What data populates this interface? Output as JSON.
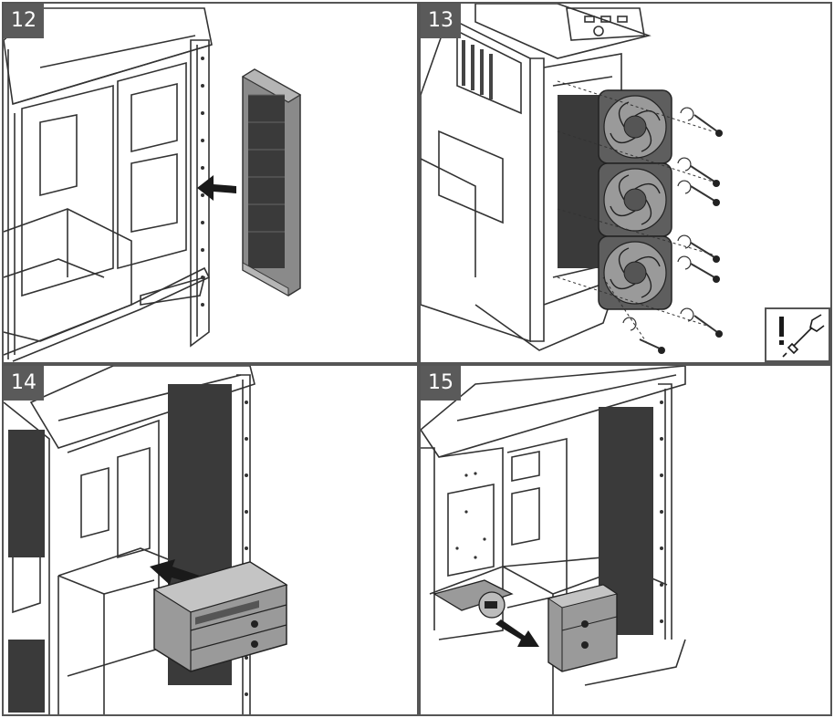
{
  "steps": [
    {
      "number": "12",
      "icon": "radiator-install-illustration"
    },
    {
      "number": "13",
      "icon": "fan-mount-illustration"
    },
    {
      "number": "14",
      "icon": "drive-cage-install-illustration"
    },
    {
      "number": "15",
      "icon": "ssd-tray-remove-illustration"
    }
  ],
  "tool_icon": "screwdriver-caution-icon",
  "colors": {
    "badge": "#5a5a5a",
    "border": "#555555",
    "line": "#333333",
    "mesh": "#3a3a3a",
    "arrow": "#1a1a1a"
  }
}
